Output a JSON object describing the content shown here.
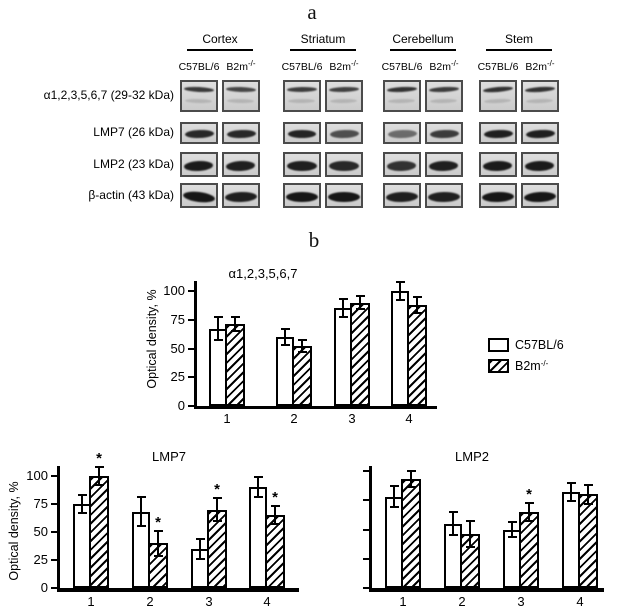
{
  "figure": {
    "panel_a_label": "a",
    "panel_b_label": "b"
  },
  "panel_a": {
    "regions": [
      "Cortex",
      "Striatum",
      "Cerebellum",
      "Stem"
    ],
    "lane_wt": "C57BL/6",
    "lane_ko": "B2m",
    "lane_ko_sup": "-/-",
    "rows": [
      {
        "label": "α1,2,3,5,6,7 (29-32 kDa)",
        "lanes": [
          {
            "o": 0.82,
            "t": 3
          },
          {
            "o": 0.75,
            "t": 2
          },
          {
            "o": 0.8,
            "t": -1
          },
          {
            "o": 0.78,
            "t": -2
          },
          {
            "o": 0.85,
            "t": -3
          },
          {
            "o": 0.8,
            "t": -3
          },
          {
            "o": 0.85,
            "t": -5
          },
          {
            "o": 0.85,
            "t": -4
          }
        ]
      },
      {
        "label": "LMP7 (26 kDa)",
        "lanes": [
          {
            "o": 0.9,
            "t": -2
          },
          {
            "o": 0.9,
            "t": -2
          },
          {
            "o": 0.92,
            "t": 0
          },
          {
            "o": 0.7,
            "t": -2
          },
          {
            "o": 0.55,
            "t": -2
          },
          {
            "o": 0.8,
            "t": -2
          },
          {
            "o": 0.95,
            "t": -2
          },
          {
            "o": 0.95,
            "t": -3
          }
        ]
      },
      {
        "label": "LMP2 (23 kDa)",
        "lanes": [
          {
            "o": 0.97,
            "t": -3
          },
          {
            "o": 0.95,
            "t": -3
          },
          {
            "o": 0.95,
            "t": 0
          },
          {
            "o": 0.9,
            "t": 0
          },
          {
            "o": 0.85,
            "t": -2
          },
          {
            "o": 0.95,
            "t": -2
          },
          {
            "o": 0.97,
            "t": -2
          },
          {
            "o": 0.97,
            "t": -2
          }
        ]
      },
      {
        "label": "β-actin (43 kDa)",
        "lanes": [
          {
            "o": 1,
            "t": 7
          },
          {
            "o": 0.95,
            "t": -2
          },
          {
            "o": 1,
            "t": 0
          },
          {
            "o": 1,
            "t": 0
          },
          {
            "o": 0.95,
            "t": -2
          },
          {
            "o": 0.95,
            "t": -1
          },
          {
            "o": 1,
            "t": -2
          },
          {
            "o": 1,
            "t": -3
          }
        ]
      }
    ]
  },
  "legend": {
    "items": [
      {
        "style": "open",
        "label": "C57BL/6",
        "sup": ""
      },
      {
        "style": "hatched",
        "label": "B2m",
        "sup": "-/-"
      }
    ]
  },
  "chart_data": [
    {
      "type": "bar",
      "title": "α1,2,3,5,6,7",
      "xlabel": "",
      "ylabel": "Optical density, %",
      "categories": [
        "1",
        "2",
        "3",
        "4"
      ],
      "yticks": [
        0,
        25,
        50,
        75,
        100
      ],
      "ylim": [
        0,
        110
      ],
      "show_ytick_labels": true,
      "series": [
        {
          "name": "C57BL/6",
          "style": "open",
          "values": [
            67,
            60,
            85,
            100
          ],
          "errors": [
            10,
            7,
            8,
            8
          ],
          "stars": [
            false,
            false,
            false,
            false
          ]
        },
        {
          "name": "B2m-/-",
          "style": "hatched",
          "values": [
            71,
            52,
            90,
            88
          ],
          "errors": [
            6,
            5,
            6,
            7
          ],
          "stars": [
            false,
            false,
            false,
            false
          ]
        }
      ]
    },
    {
      "type": "bar",
      "title": "LMP7",
      "xlabel": "",
      "ylabel": "Optical density, %",
      "categories": [
        "1",
        "2",
        "3",
        "4"
      ],
      "yticks": [
        0,
        25,
        50,
        75,
        100
      ],
      "ylim": [
        0,
        110
      ],
      "show_ytick_labels": true,
      "series": [
        {
          "name": "C57BL/6",
          "style": "open",
          "values": [
            75,
            68,
            35,
            90
          ],
          "errors": [
            8,
            13,
            9,
            9
          ],
          "stars": [
            false,
            false,
            false,
            false
          ]
        },
        {
          "name": "B2m-/-",
          "style": "hatched",
          "values": [
            100,
            40,
            70,
            65
          ],
          "errors": [
            8,
            11,
            10,
            8
          ],
          "stars": [
            true,
            true,
            true,
            true
          ]
        }
      ]
    },
    {
      "type": "bar",
      "title": "LMP2",
      "xlabel": "",
      "ylabel": "",
      "categories": [
        "1",
        "2",
        "3",
        "4"
      ],
      "yticks": [
        0,
        25,
        50,
        75,
        100
      ],
      "ylim": [
        0,
        110
      ],
      "show_ytick_labels": false,
      "series": [
        {
          "name": "C57BL/6",
          "style": "open",
          "values": [
            78,
            55,
            50,
            82
          ],
          "errors": [
            9,
            10,
            6,
            8
          ],
          "stars": [
            false,
            false,
            false,
            false
          ]
        },
        {
          "name": "B2m-/-",
          "style": "hatched",
          "values": [
            93,
            46,
            65,
            80
          ],
          "errors": [
            7,
            11,
            8,
            8
          ],
          "stars": [
            false,
            false,
            true,
            false
          ]
        }
      ]
    }
  ],
  "colors": {
    "ink": "#000000",
    "blot_bg": "#d6d6d6",
    "band": "#161616",
    "box_border": "#4b4b4b"
  }
}
